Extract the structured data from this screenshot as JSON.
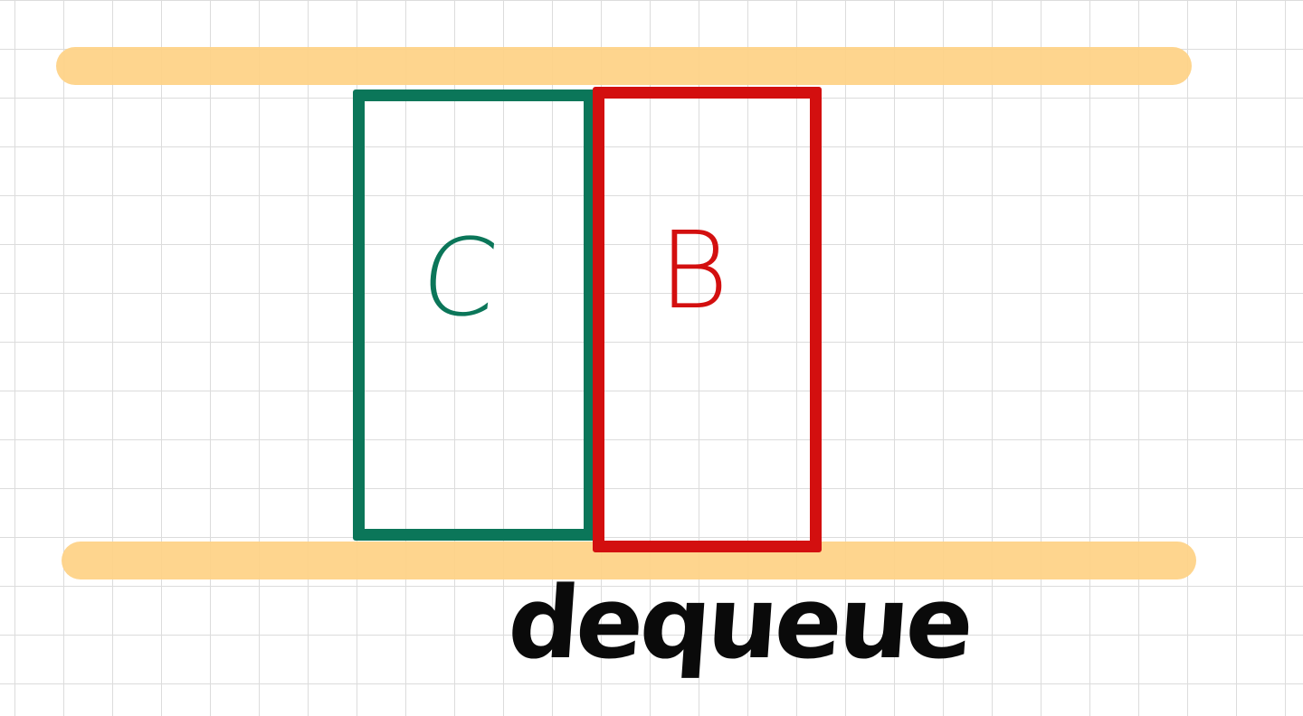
{
  "diagram": {
    "boxes": [
      {
        "label": "C",
        "color": "#0b7659"
      },
      {
        "label": "B",
        "color": "#d30f0f"
      }
    ],
    "rail_color": "#fed184",
    "caption": "dequeue"
  }
}
